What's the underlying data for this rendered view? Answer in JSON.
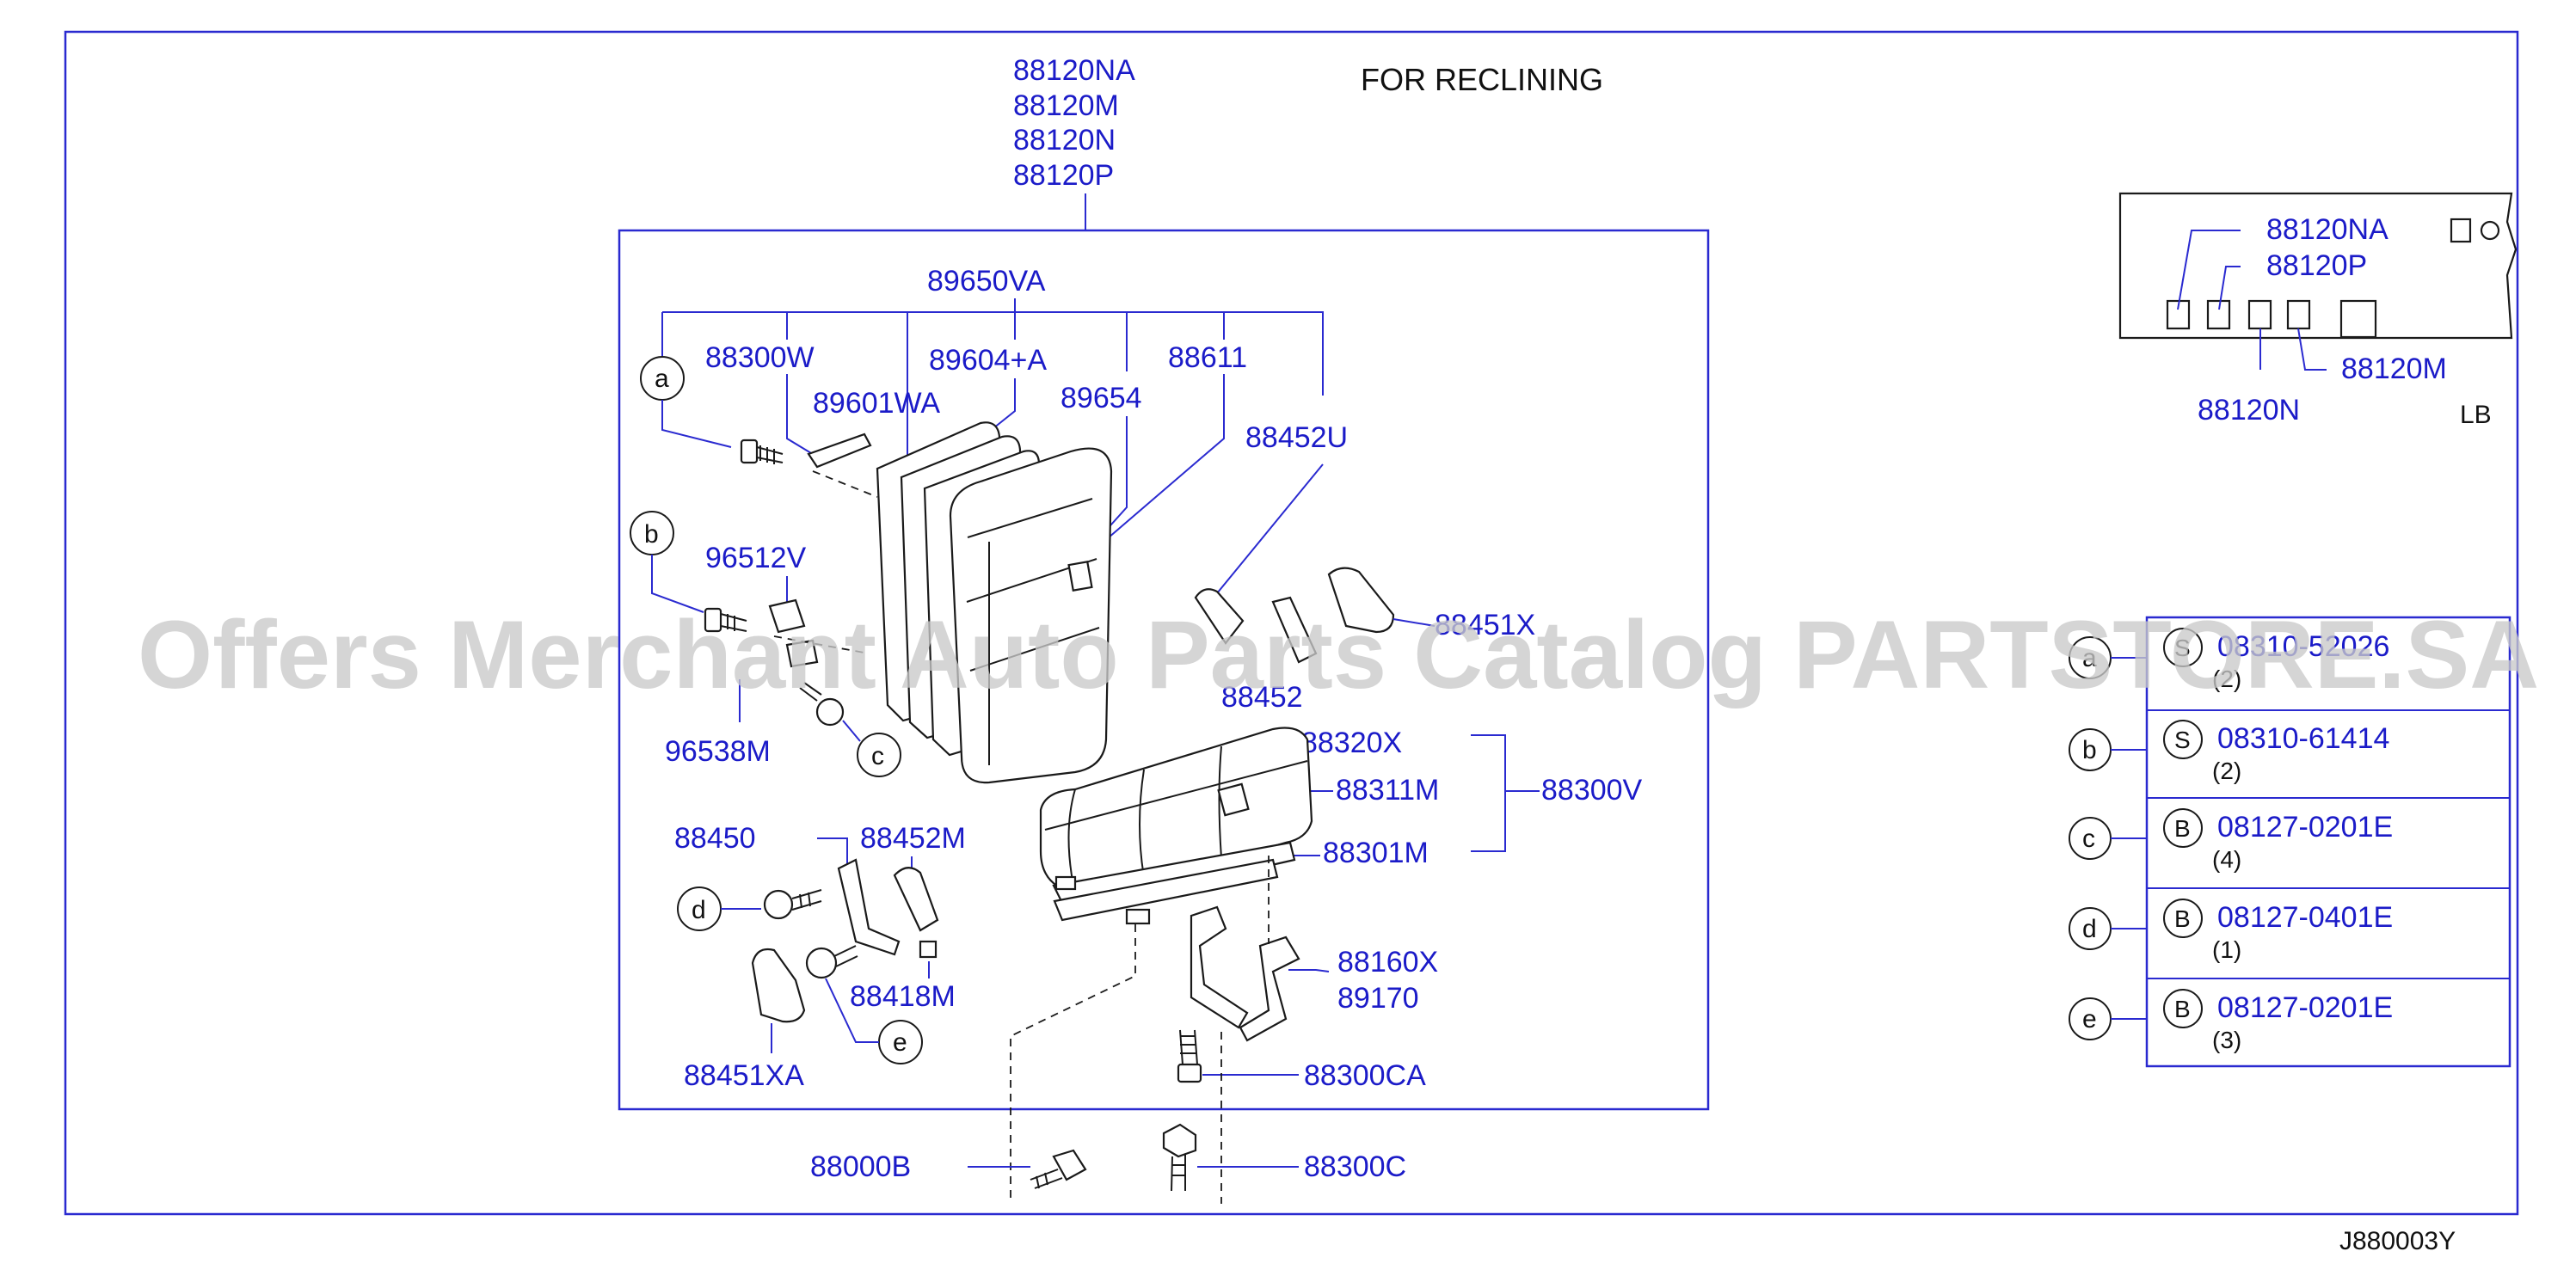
{
  "header": {
    "title": "FOR  RECLINING",
    "diagram_code": "J880003Y"
  },
  "watermark": "Offers Merchant Auto Parts Catalog PARTSTORE.SA",
  "top_parts": [
    "88120NA",
    "88120M",
    "88120N",
    "88120P"
  ],
  "parts": {
    "p89650VA": "89650VA",
    "p88300W": "88300W",
    "p89601WA": "89601WA",
    "p89604A": "89604+A",
    "p89654": "89654",
    "p88611": "88611",
    "p88452U": "88452U",
    "p96512V": "96512V",
    "p96538M": "96538M",
    "p88451X": "88451X",
    "p88452": "88452",
    "p88320X": "88320X",
    "p88311M": "88311M",
    "p88300V": "88300V",
    "p88301M": "88301M",
    "p88450": "88450",
    "p88452M": "88452M",
    "p88418M": "88418M",
    "p88451XA": "88451XA",
    "p88160X": "88160X",
    "p89170": "89170",
    "p88300CA": "88300CA",
    "p88000B": "88000B",
    "p88300C": "88300C"
  },
  "inset": {
    "labels": [
      "88120NA",
      "88120P",
      "88120M",
      "88120N"
    ],
    "variant": "LB"
  },
  "callouts": {
    "a": "a",
    "b": "b",
    "c": "c",
    "d": "d",
    "e": "e"
  },
  "fasteners": [
    {
      "key": "a",
      "prefix": "S",
      "part": "08310-52026",
      "qty": "(2)"
    },
    {
      "key": "b",
      "prefix": "S",
      "part": "08310-61414",
      "qty": "(2)"
    },
    {
      "key": "c",
      "prefix": "B",
      "part": "08127-0201E",
      "qty": "(4)"
    },
    {
      "key": "d",
      "prefix": "B",
      "part": "08127-0401E",
      "qty": "(1)"
    },
    {
      "key": "e",
      "prefix": "B",
      "part": "08127-0201E",
      "qty": "(3)"
    }
  ]
}
